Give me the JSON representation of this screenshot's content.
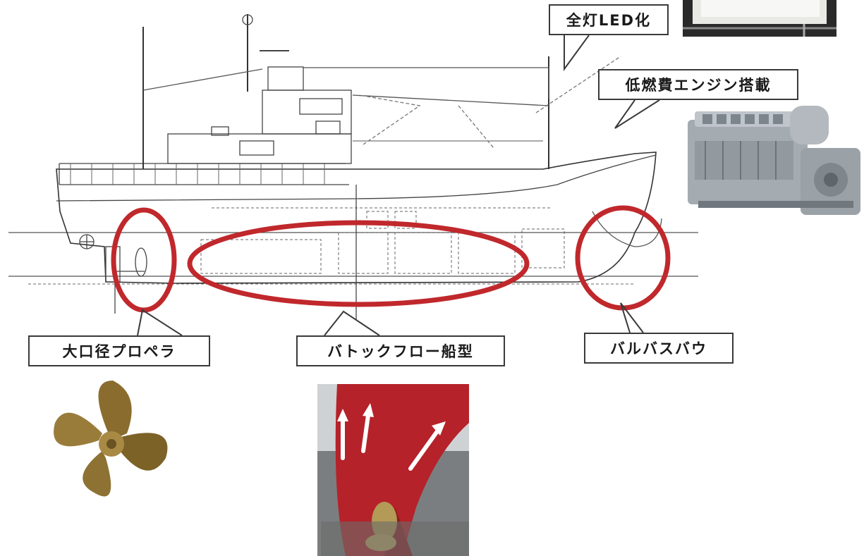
{
  "labels": {
    "led": "全灯LED化",
    "engine": "低燃費エンジン搭載",
    "propeller": "大口径プロペラ",
    "buttock": "バトックフロー船型",
    "bulb": "バルバスバウ"
  },
  "colors": {
    "highlight_ring": "#c0282c",
    "hull_red": "#b5222a",
    "bronze": "#8a6d2e",
    "engine_gray": "#8f969c",
    "line": "#3a3a3a"
  }
}
